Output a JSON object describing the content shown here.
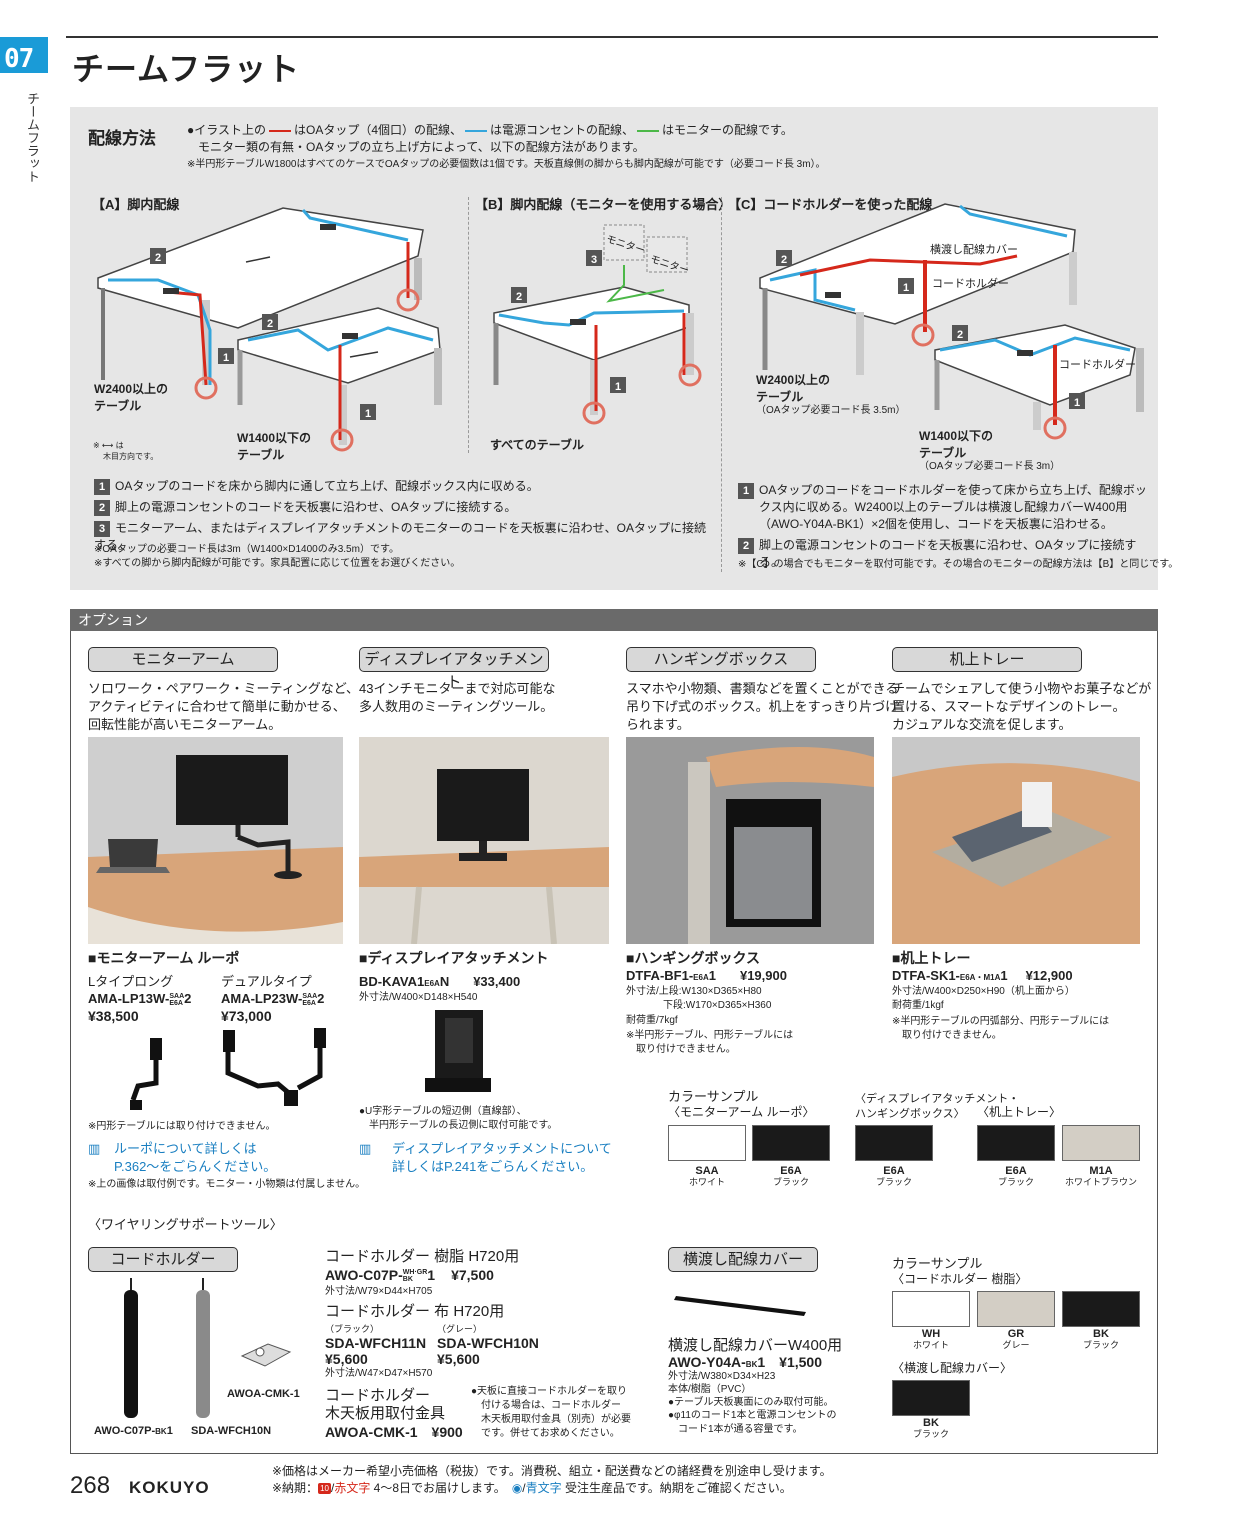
{
  "header": {
    "chapter_number": "07",
    "vertical_label": "チームフラット",
    "title": "チームフラット"
  },
  "wiring": {
    "heading": "配線方法",
    "legend_line1_a": "●イラスト上の",
    "legend_line1_b": "はOAタップ（4個口）の配線、",
    "legend_line1_c": "は電源コンセントの配線、",
    "legend_line1_d": "はモニターの配線です。",
    "legend_line2": "モニター類の有無・OAタップの立ち上げ方によって、以下の配線方法があります。",
    "legend_note": "※半円形テーブルW1800はすべてのケースでOAタップの必要個数は1個です。天板直線側の脚からも脚内配線が可能です（必要コード長 3m）。",
    "colors": {
      "oa": "#d5281b",
      "power": "#35a6dc",
      "monitor": "#4cb848"
    },
    "A": {
      "title": "【A】脚内配線",
      "label_big": "W2400以上の\nテーブル",
      "label_small": "W1400以下の\nテーブル",
      "note_line1": "※ ⟷ は",
      "note_line2": "木目方向です。"
    },
    "B": {
      "title": "【B】脚内配線（モニターを使用する場合）",
      "monitor_label": "モニター",
      "label": "すべてのテーブル"
    },
    "C": {
      "title": "【C】コードホルダーを使った配線",
      "cover_label": "横渡し配線カバー",
      "holder_label1": "コードホルダー",
      "holder_label2": "コードホルダー",
      "label_big": "W2400以上の\nテーブル",
      "label_big_note": "（OAタップ必要コード長 3.5m）",
      "label_small": "W1400以下の\nテーブル",
      "label_small_note": "（OAタップ必要コード長 3m）"
    },
    "steps_left": [
      {
        "n": "1",
        "text": "OAタップのコードを床から脚内に通して立ち上げ、配線ボックス内に収める。"
      },
      {
        "n": "2",
        "text": "脚上の電源コンセントのコードを天板裏に沿わせ、OAタップに接続する。"
      },
      {
        "n": "3",
        "text": "モニターアーム、またはディスプレイアタッチメントのモニターのコードを天板裏に沿わせ、OAタップに接続する。"
      }
    ],
    "notes_left": [
      "※OAタップの必要コード長は3m（W1400×D1400のみ3.5m）です。",
      "※すべての脚から脚内配線が可能です。家具配置に応じて位置をお選びください。"
    ],
    "steps_right": [
      {
        "n": "1",
        "text": "OAタップのコードをコードホルダーを使って床から立ち上げ、配線ボックス内に収める。W2400以上のテーブルは横渡し配線カバーW400用（AWO-Y04A-BK1）×2個を使用し、コードを天板裏に沿わせる。"
      },
      {
        "n": "2",
        "text": "脚上の電源コンセントのコードを天板裏に沿わせ、OAタップに接続する。"
      }
    ],
    "note_right": "※【C】の場合でもモニターを取付可能です。その場合のモニターの配線方法は【B】と同じです。"
  },
  "options": {
    "bar_label": "オプション",
    "monitor_arm": {
      "pill": "モニターアーム",
      "desc": "ソロワーク・ペアワーク・ミーティングなど、\nアクティビティに合わせて簡単に動かせる、\n回転性能が高いモニターアーム。",
      "name": "■モニターアーム ルーポ",
      "type1": "Lタイプロング",
      "code1": "AMA-LP13W-",
      "code1_sub": "SAA\nE6A",
      "code1_end": "2",
      "price1": "¥38,500",
      "type2": "デュアルタイプ",
      "code2": "AMA-LP23W-",
      "code2_sub": "SAA\nE6A",
      "code2_end": "2",
      "price2": "¥73,000",
      "note": "※円形テーブルには取り付けできません。",
      "link": "ルーポについて詳しくは\nP.362～をごらんください。",
      "footnote": "※上の画像は取付例です。モニター・小物類は付属しません。"
    },
    "display": {
      "pill": "ディスプレイアタッチメント",
      "desc": "43インチモニターまで対応可能な\n多人数用のミーティングツール。",
      "name": "■ディスプレイアタッチメント",
      "code": "BD-KAVA1",
      "code_sub": "E6A",
      "code_end": "N",
      "price": "¥33,400",
      "size": "外寸法/W400×D148×H540",
      "note": "●U字形テーブルの短辺側（直線部）、\n　半円形テーブルの長辺側に取付可能です。",
      "link": "ディスプレイアタッチメントについて\n詳しくはP.241をごらんください。"
    },
    "hanging": {
      "pill": "ハンギングボックス",
      "desc": "スマホや小物類、書類などを置くことができる\n吊り下げ式のボックス。机上をすっきり片づけ\nられます。",
      "name": "■ハンギングボックス",
      "code": "DTFA-BF1-",
      "code_sub": "E6A",
      "code_end": "1",
      "price": "¥19,900",
      "size1": "外寸法/上段:W130×D365×H80",
      "size2": "下段:W170×D365×H360",
      "load": "耐荷重/7kgf",
      "note": "※半円形テーブル、円形テーブルには\n　取り付けできません。"
    },
    "tray": {
      "pill": "机上トレー",
      "desc": "チームでシェアして使う小物やお菓子などが\n置ける、スマートなデザインのトレー。\nカジュアルな交流を促します。",
      "name": "■机上トレー",
      "code": "DTFA-SK1-",
      "code_sub": "E6A・M1A",
      "code_end": "1",
      "price": "¥12,900",
      "size": "外寸法/W400×D250×H90（机上面から）",
      "load": "耐荷重/1kgf",
      "note": "※半円形テーブルの円弧部分、円形テーブルには\n　取り付けできません。"
    },
    "color_samples": {
      "title1": "カラーサンプル",
      "sub1": "〈モニターアーム ルーポ〉",
      "sub2": "〈ディスプレイアタッチメント・\nハンギングボックス〉",
      "sub3": "〈机上トレー〉",
      "items": [
        {
          "code": "SAA",
          "name": "ホワイト",
          "color": "#ffffff"
        },
        {
          "code": "E6A",
          "name": "ブラック",
          "color": "#1a1a1a"
        },
        {
          "code": "E6A",
          "name": "ブラック",
          "color": "#1a1a1a"
        },
        {
          "code": "E6A",
          "name": "ブラック",
          "color": "#1a1a1a"
        },
        {
          "code": "M1A",
          "name": "ホワイトブラウン",
          "color": "#d3cec5"
        }
      ]
    }
  },
  "support": {
    "heading": "〈ワイヤリングサポートツール〉",
    "holder_pill": "コードホルダー",
    "img_label1": "AWO-C07P-",
    "img_label1_sub": "BK",
    "img_label1_end": "1",
    "img_label2": "SDA-WFCH10N",
    "img_label3": "AWOA-CMK-1",
    "p1_name": "コードホルダー 樹脂 H720用",
    "p1_code": "AWO-C07P-",
    "p1_sub": "WH·GR\nBK",
    "p1_end": "1",
    "p1_price": "¥7,500",
    "p1_size": "外寸法/W79×D44×H705",
    "p2_name": "コードホルダー 布 H720用",
    "p2_c1": "（ブラック）",
    "p2_c2": "（グレー）",
    "p2_code1": "SDA-WFCH11N",
    "p2_code2": "SDA-WFCH10N",
    "p2_price1": "¥5,600",
    "p2_price2": "¥5,600",
    "p2_size": "外寸法/W47×D47×H570",
    "p3_name": "コードホルダー\n木天板用取付金具",
    "p3_code": "AWOA-CMK-1",
    "p3_price": "¥900",
    "p3_note": "●天板に直接コードホルダーを取り\n　付ける場合は、コードホルダー\n　木天板用取付金具（別売）が必要\n　です。併せてお求めください。",
    "cover_pill": "横渡し配線カバー",
    "c_name": "横渡し配線カバーW400用",
    "c_code": "AWO-Y04A-",
    "c_sub": "BK",
    "c_end": "1",
    "c_price": "¥1,500",
    "c_size": "外寸法/W380×D34×H23",
    "c_mat": "本体/樹脂（PVC）",
    "c_note1": "●テーブル天板裏面にのみ取付可能。",
    "c_note2": "●φ11のコード1本と電源コンセントの\n　コード1本が通る容量です。",
    "cs_title": "カラーサンプル",
    "cs_sub1": "〈コードホルダー 樹脂〉",
    "cs_sub2": "〈横渡し配線カバー〉",
    "cs_items": [
      {
        "code": "WH",
        "name": "ホワイト",
        "color": "#ffffff"
      },
      {
        "code": "GR",
        "name": "グレー",
        "color": "#d3cec5"
      },
      {
        "code": "BK",
        "name": "ブラック",
        "color": "#1a1a1a"
      }
    ],
    "cs_cover": {
      "code": "BK",
      "name": "ブラック",
      "color": "#1a1a1a"
    }
  },
  "footer": {
    "page": "268",
    "brand": "KOKUYO",
    "note1": "※価格はメーカー希望小売価格（税抜）です。消費税、組立・配送費などの諸経費を別途申し受けます。",
    "note2a": "※納期：",
    "note2_badge": "10",
    "note2b": "/",
    "note2c": "赤文字",
    "note2d": " 4～8日でお届けします。　",
    "note2e": "◉",
    "note2f": "/",
    "note2g": "青文字",
    "note2h": " 受注生産品です。納期をご確認ください。"
  }
}
